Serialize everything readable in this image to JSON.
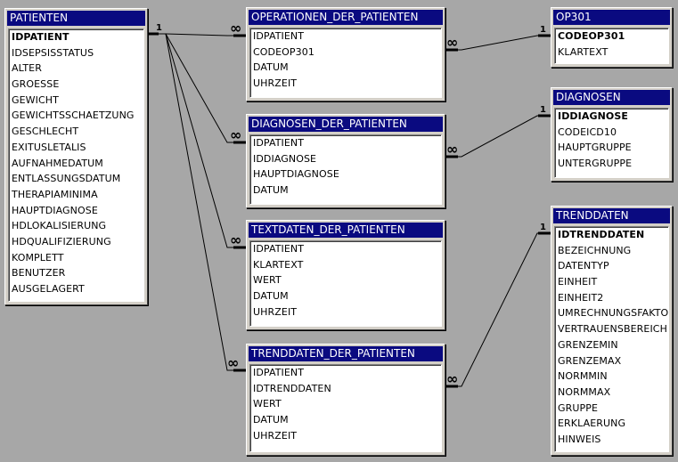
{
  "tables": {
    "patienten": {
      "title": "PATIENTEN",
      "fields": [
        "IDPATIENT",
        "IDSEPSISSTATUS",
        "ALTER",
        "GROESSE",
        "GEWICHT",
        "GEWICHTSSCHAETZUNG",
        "GESCHLECHT",
        "EXITUSLETALIS",
        "AUFNAHMEDATUM",
        "ENTLASSUNGSDATUM",
        "THERAPIAMINIMA",
        "HAUPTDIAGNOSE",
        "HDLOKALISIERUNG",
        "HDQUALIFIZIERUNG",
        "KOMPLETT",
        "BENUTZER",
        "AUSGELAGERT"
      ]
    },
    "operationen": {
      "title": "OPERATIONEN_DER_PATIENTEN",
      "fields": [
        "IDPATIENT",
        "CODEOP301",
        "DATUM",
        "UHRZEIT"
      ]
    },
    "diagnosen_pat": {
      "title": "DIAGNOSEN_DER_PATIENTEN",
      "fields": [
        "IDPATIENT",
        "IDDIAGNOSE",
        "HAUPTDIAGNOSE",
        "DATUM"
      ]
    },
    "textdaten": {
      "title": "TEXTDATEN_DER_PATIENTEN",
      "fields": [
        "IDPATIENT",
        "KLARTEXT",
        "WERT",
        "DATUM",
        "UHRZEIT"
      ]
    },
    "trenddaten_pat": {
      "title": "TRENDDATEN_DER_PATIENTEN",
      "fields": [
        "IDPATIENT",
        "IDTRENDDATEN",
        "WERT",
        "DATUM",
        "UHRZEIT"
      ]
    },
    "op301": {
      "title": "OP301",
      "fields": [
        "CODEOP301",
        "KLARTEXT"
      ]
    },
    "diagnosen": {
      "title": "DIAGNOSEN",
      "fields": [
        "IDDIAGNOSE",
        "CODEICD10",
        "HAUPTGRUPPE",
        "UNTERGRUPPE"
      ]
    },
    "trenddaten": {
      "title": "TRENDDATEN",
      "fields": [
        "IDTRENDDATEN",
        "BEZEICHNUNG",
        "DATENTYP",
        "EINHEIT",
        "EINHEIT2",
        "UMRECHNUNGSFAKTOR",
        "VERTRAUENSBEREICH",
        "GRENZEMIN",
        "GRENZEMAX",
        "NORMMIN",
        "NORMMAX",
        "GRUPPE",
        "ERKLAERUNG",
        "HINWEIS"
      ]
    }
  },
  "relationships": {
    "one_symbol": "1",
    "many_symbol": "∞"
  }
}
